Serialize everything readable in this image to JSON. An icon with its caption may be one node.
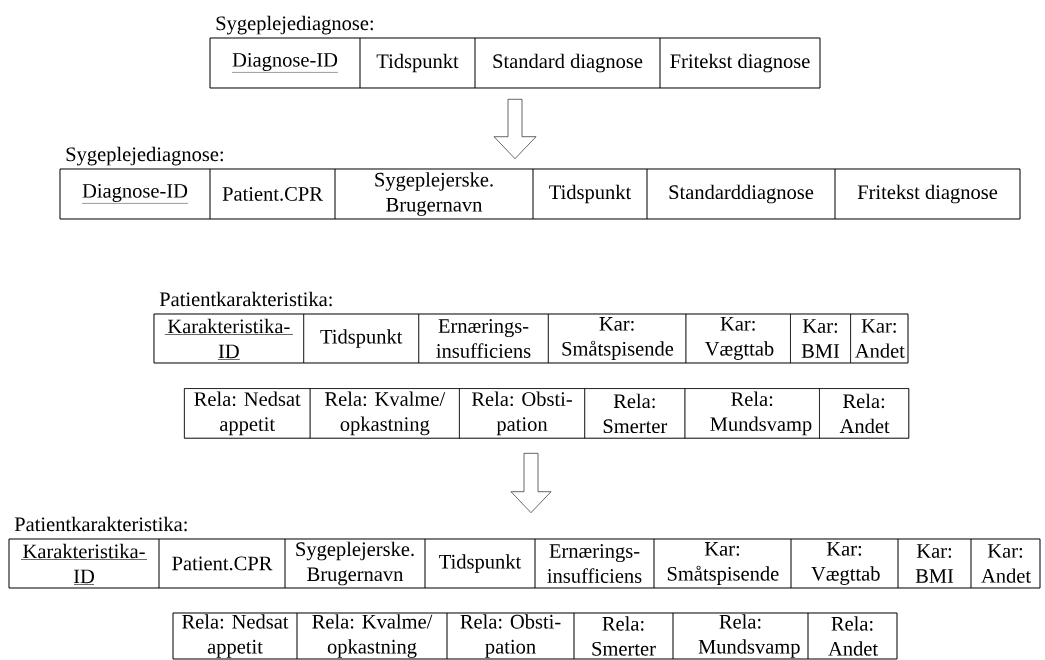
{
  "diagram": {
    "nodes": [
      {
        "text": [
          "Sygeplejediagnose:"
        ]
      },
      {
        "text": [
          "Diagnose-ID"
        ],
        "in": 0
      },
      {
        "text": [
          "Tidspunkt"
        ],
        "in": 0
      },
      {
        "text": [
          "Standard diagnose"
        ],
        "in": 0
      },
      {
        "text": [
          "Fritekst diagnose"
        ],
        "in": 0
      },
      {
        "text": [
          "Sygeplejediagnose:"
        ]
      },
      {
        "text": [
          "Diagnose-ID"
        ],
        "in": 5
      },
      {
        "text": [
          "Patient.CPR"
        ],
        "in": 5
      },
      {
        "text": [
          "Sygeplejerske. Brugernavn"
        ],
        "in": 5
      },
      {
        "text": [
          "Tidspunkt"
        ],
        "in": 5
      },
      {
        "text": [
          "Standarddiagnose"
        ],
        "in": 5
      },
      {
        "text": [
          "Fritekst diagnose"
        ],
        "in": 5
      },
      {
        "text": [
          "Patientkarakteristika:"
        ]
      },
      {
        "text": [
          "Karakteristika- ID"
        ],
        "in": 12
      },
      {
        "text": [
          "Tidspunkt"
        ],
        "in": 12
      },
      {
        "text": [
          "Ernærings- insufficiens"
        ],
        "in": 12
      },
      {
        "text": [
          "Kar: Småtspisende"
        ],
        "in": 12
      },
      {
        "text": [
          "Kar: Vægttab"
        ],
        "in": 12
      },
      {
        "text": [
          "Kar: BMI"
        ],
        "in": 12
      },
      {
        "text": [
          "Kar: Andet"
        ],
        "in": 12
      },
      {
        "text": [],
        "shape": "box"
      },
      {
        "text": [
          "Rela: Nedsat appetit"
        ],
        "in": 20
      },
      {
        "text": [
          "Rela: Kvalme/ opkastning"
        ],
        "in": 20
      },
      {
        "text": [
          "Rela: Obsti- pation"
        ],
        "in": 20
      },
      {
        "text": [
          "Rela: Smerter"
        ],
        "in": 20
      },
      {
        "text": [
          "Rela: Mundsvamp"
        ],
        "in": 20
      },
      {
        "text": [
          "Rela: Andet"
        ],
        "in": 20
      },
      {
        "text": [
          "Patientkarakteristika:"
        ]
      },
      {
        "text": [
          "Karakteristika- ID"
        ],
        "in": 27
      },
      {
        "text": [
          "Patient.CPR"
        ],
        "in": 27
      },
      {
        "text": [
          "Sygeplejerske. Brugernavn"
        ],
        "in": 27
      },
      {
        "text": [
          "Tidspunkt"
        ],
        "in": 27
      },
      {
        "text": [
          "Ernærings- insufficiens"
        ],
        "in": 27
      },
      {
        "text": [
          "Kar: Småtspisende"
        ],
        "in": 27
      },
      {
        "text": [
          "Kar: Vægttab"
        ],
        "in": 27
      },
      {
        "text": [
          "Kar: BMI"
        ],
        "in": 27
      },
      {
        "text": [
          "Kar: Andet"
        ],
        "in": 27
      },
      {
        "text": [],
        "shape": "box"
      },
      {
        "text": [
          "Rela: Nedsat appetit"
        ],
        "in": 37
      },
      {
        "text": [
          "Rela: Kvalme/ opkastning"
        ],
        "in": 37
      },
      {
        "text": [
          "Rela: Obsti- pation"
        ],
        "in": 37
      },
      {
        "text": [
          "Rela: Smerter"
        ],
        "in": 37
      },
      {
        "text": [
          "Rela: Mundsvamp"
        ],
        "in": 37
      },
      {
        "text": [
          "Rela: Andet"
        ],
        "in": 37
      }
    ],
    "edges": [
      {
        "from": 0,
        "to": 5,
        "arrow": "to"
      },
      {
        "from": 20,
        "to": 27,
        "arrow": "to"
      }
    ]
  }
}
